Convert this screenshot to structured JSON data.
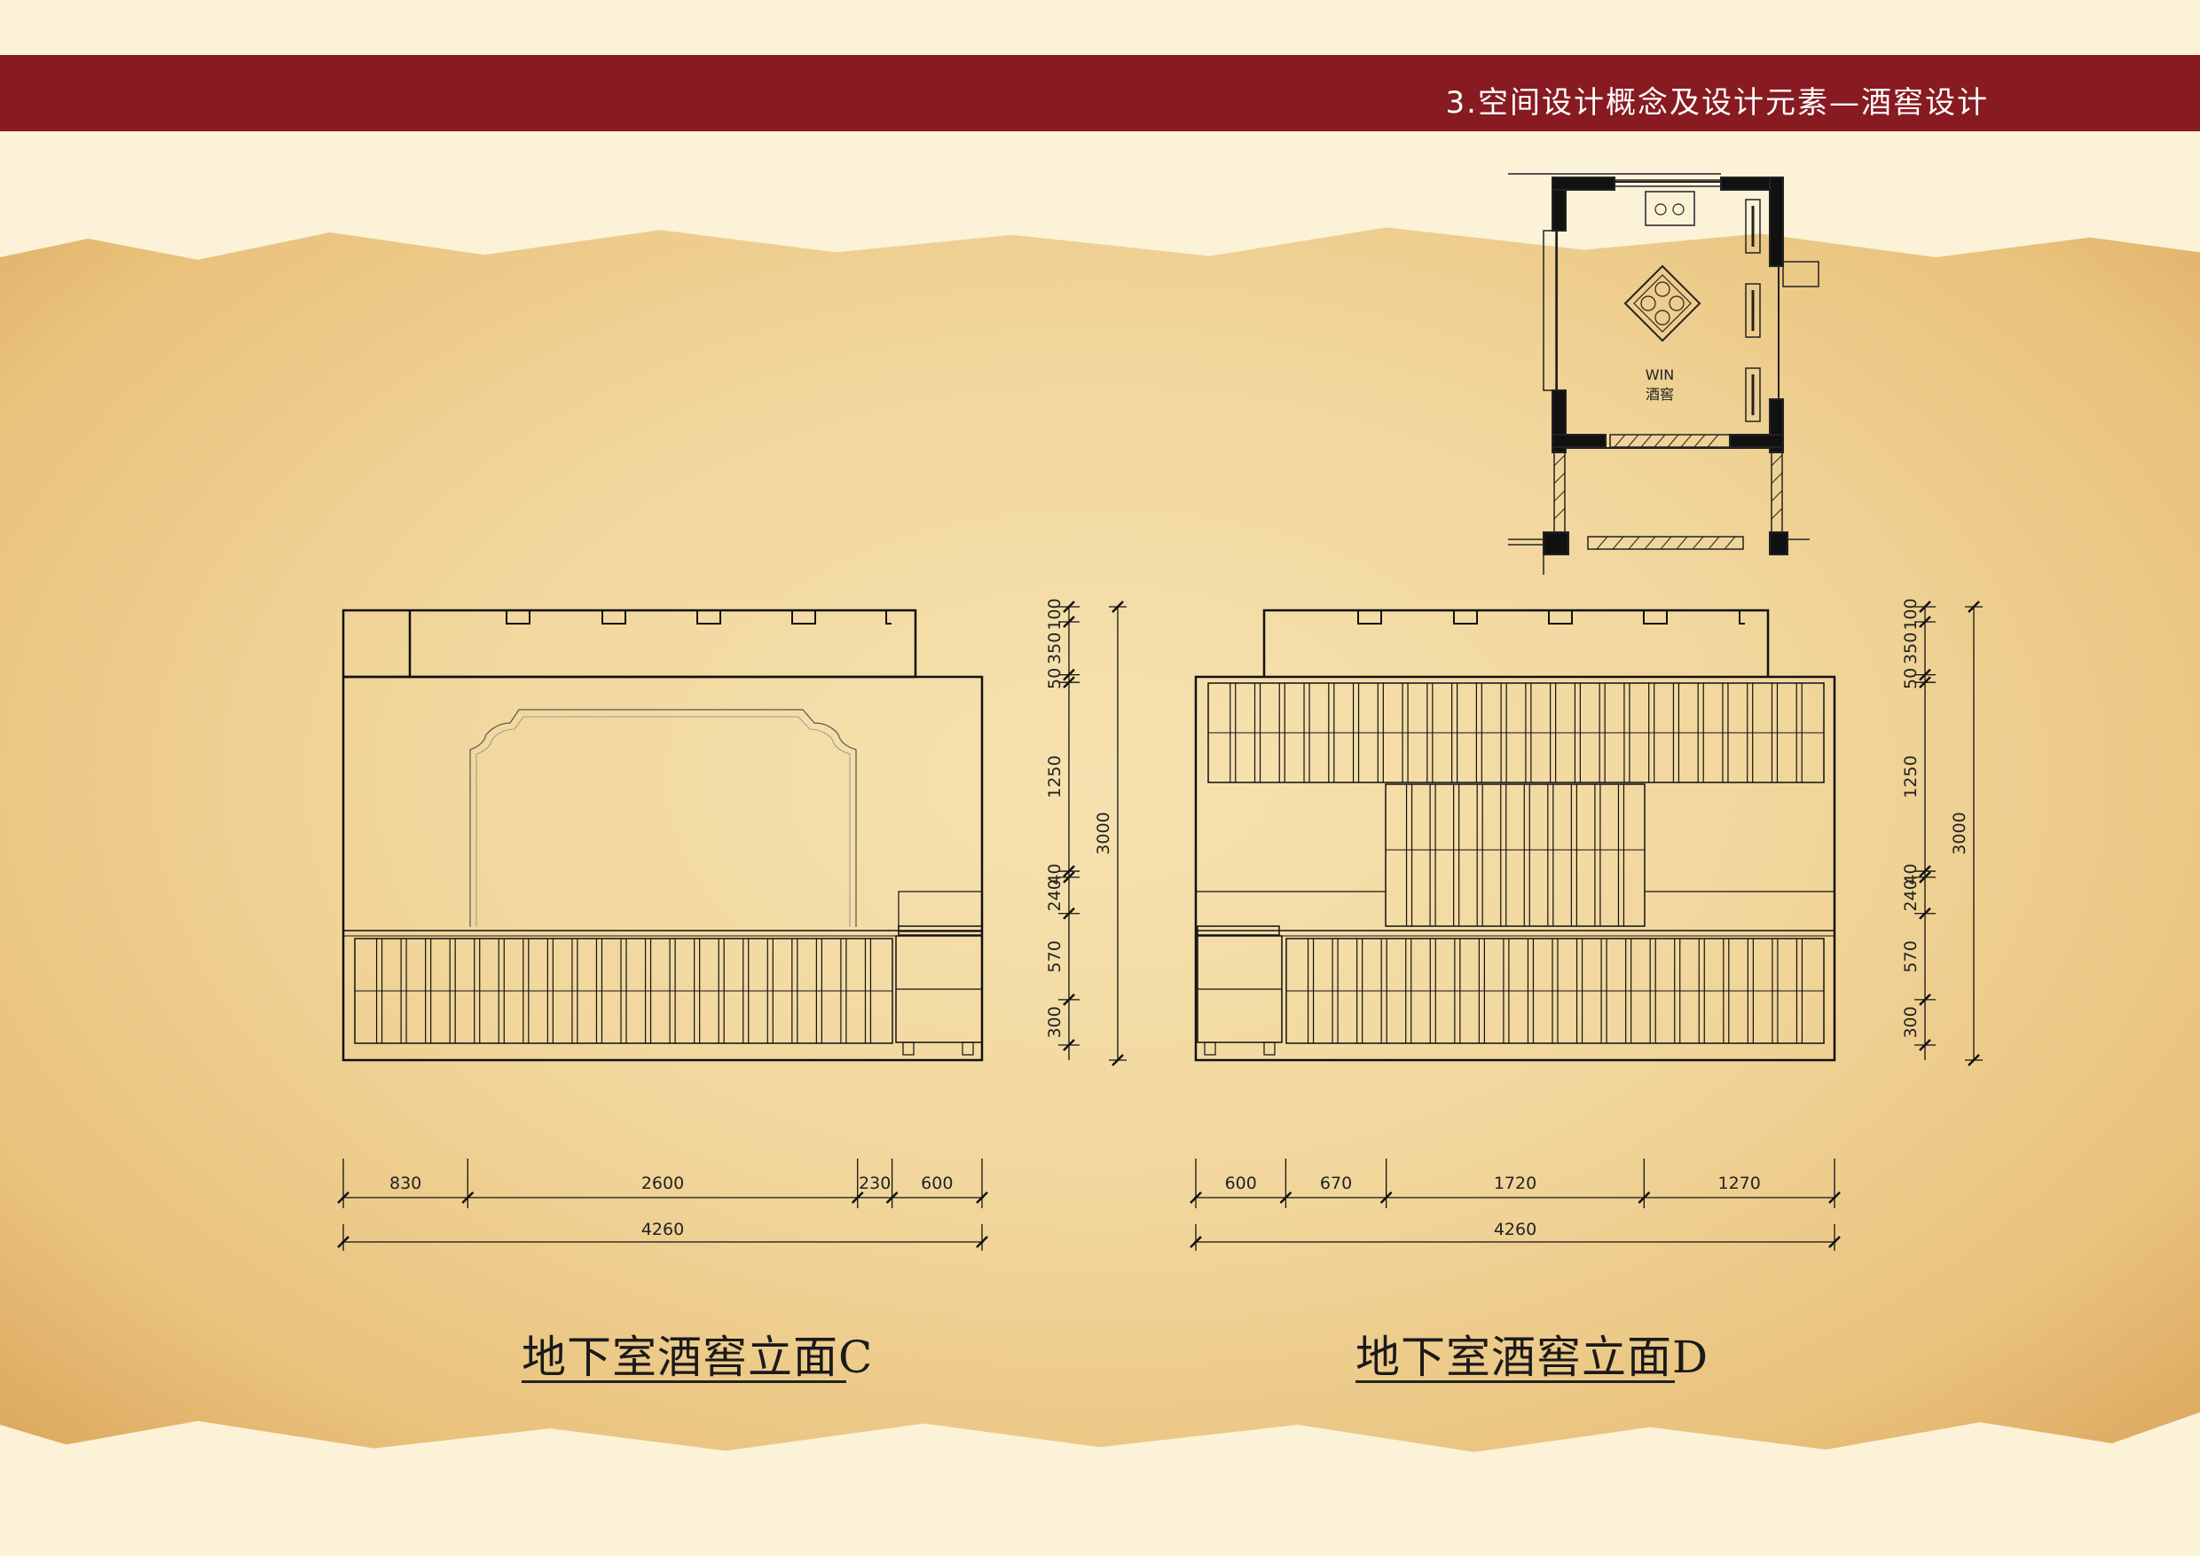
{
  "header": {
    "title": "3.空间设计概念及设计元素—酒窖设计",
    "bar_color": "#871b21"
  },
  "plan": {
    "label_en": "WIN",
    "label_cn": "酒窖"
  },
  "elevation_c": {
    "caption": "地下室酒窖立面C",
    "horizontal_dims": [
      "830",
      "2600",
      "230",
      "600"
    ],
    "total_width": "4260",
    "vertical_dims": [
      "100",
      "350",
      "50",
      "1250",
      "40",
      "240",
      "570",
      "300"
    ],
    "total_height": "3000"
  },
  "elevation_d": {
    "caption": "地下室酒窖立面D",
    "horizontal_dims": [
      "600",
      "670",
      "1720",
      "1270"
    ],
    "total_width": "4260",
    "vertical_dims": [
      "100",
      "350",
      "50",
      "1250",
      "40",
      "240",
      "570",
      "300"
    ],
    "total_height": "3000"
  }
}
